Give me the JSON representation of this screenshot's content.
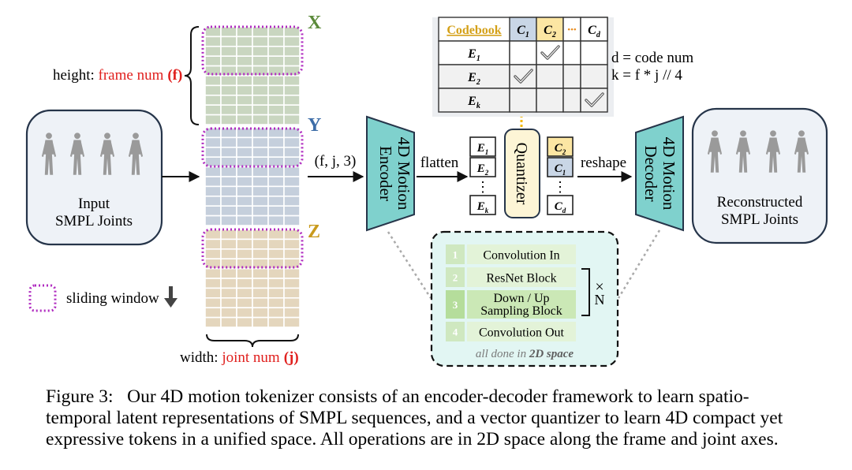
{
  "grid": {
    "x_label": "X",
    "y_label": "Y",
    "z_label": "Z",
    "height_prefix": "height: ",
    "height_var": "frame num",
    "height_sym": "(f)",
    "width_prefix": "width: ",
    "width_var": "joint num",
    "width_sym": "(j)",
    "colors": {
      "x": "#c9d6c0",
      "y": "#c5cfdc",
      "z": "#e4d6bd",
      "window": "#b02cc0"
    }
  },
  "legend": {
    "sliding_window": "sliding window"
  },
  "input": {
    "line1": "Input",
    "line2": "SMPL Joints"
  },
  "output": {
    "line1": "Reconstructed",
    "line2": "SMPL Joints"
  },
  "arrows": {
    "shape": "(f, j, 3)",
    "flatten": "flatten",
    "reshape": "reshape"
  },
  "encoder": {
    "line1": "4D Motion",
    "line2": "Encoder"
  },
  "decoder": {
    "line1": "4D Motion",
    "line2": "Decoder"
  },
  "quantizer": {
    "label": "Quantizer"
  },
  "codebook": {
    "title": "Codebook",
    "cols": [
      "C",
      "C",
      "C"
    ],
    "col_subs": [
      "1",
      "2",
      "d"
    ],
    "dots": "•••",
    "rows": [
      "E",
      "E",
      "E"
    ],
    "row_subs": [
      "1",
      "2",
      "k"
    ],
    "d_def": "d = code num",
    "k_def": "k = f * j // 4"
  },
  "embed_stack": {
    "items": [
      "E",
      "E",
      "E"
    ],
    "subs": [
      "1",
      "2",
      "k"
    ],
    "ellipsis": "⋮"
  },
  "code_stack": {
    "items": [
      "C",
      "C",
      "C"
    ],
    "subs": [
      "2",
      "1",
      "d"
    ],
    "ellipsis": "⋮"
  },
  "blocks": {
    "items": [
      {
        "num": "1",
        "label": "Convolution In"
      },
      {
        "num": "2",
        "label": "ResNet Block"
      },
      {
        "num": "3",
        "label": "Down / Up",
        "label2": "Sampling Block"
      },
      {
        "num": "4",
        "label": "Convolution Out"
      }
    ],
    "times": "×",
    "n": "N",
    "note_prefix": "all done in ",
    "note_bold": "2D space"
  },
  "caption": {
    "label": "Figure 3:",
    "text": "Our 4D motion tokenizer consists of an encoder-decoder framework to learn spatio-temporal latent representations of SMPL sequences, and a vector quantizer to learn 4D compact yet expressive tokens in a unified space. All operations are in 2D space along the frame and joint axes."
  }
}
